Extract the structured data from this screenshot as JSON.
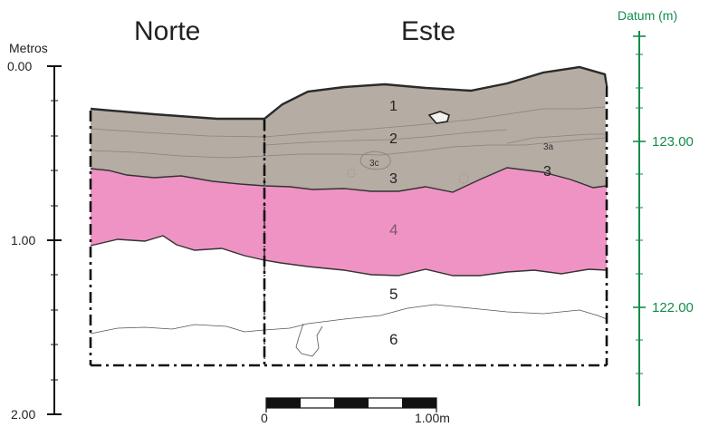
{
  "headings": {
    "north": "Norte",
    "east": "Este"
  },
  "depth_axis": {
    "title": "Metros",
    "ticks": [
      "0.00",
      "1.00",
      "2.00"
    ],
    "color": "#000000"
  },
  "datum_axis": {
    "title": "Datum (m)",
    "ticks": [
      "123.00",
      "122.00"
    ],
    "color": "#138c4a"
  },
  "layers": [
    {
      "label": "1",
      "fill": "#b5aca4"
    },
    {
      "label": "2",
      "fill": "#b5aca4"
    },
    {
      "label": "3",
      "fill": "#b5aca4"
    },
    {
      "label": "3",
      "fill": "#b5aca4"
    },
    {
      "label": "3a",
      "fill": "#b5aca4"
    },
    {
      "label": "3c",
      "fill": "#b5aca4"
    },
    {
      "label": "4",
      "fill": "#ef93c4"
    },
    {
      "label": "5",
      "fill": "#ffffff"
    },
    {
      "label": "6",
      "fill": "#ffffff"
    }
  ],
  "scale_bar": {
    "start_label": "0",
    "end_label": "1.00m"
  }
}
